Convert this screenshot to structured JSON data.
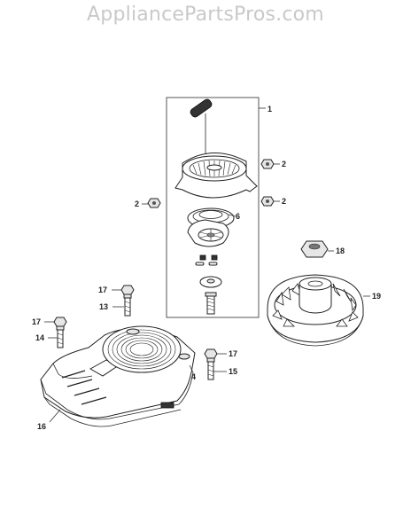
{
  "watermark": "AppliancePartsPros.com",
  "callouts": {
    "c1": "1",
    "c2a": "2",
    "c2b": "2",
    "c2c": "2",
    "c6": "6",
    "c4": "4",
    "c13": "13",
    "c14": "14",
    "c15": "15",
    "c16": "16",
    "c17a": "17",
    "c17b": "17",
    "c17c": "17",
    "c18": "18",
    "c19": "19"
  }
}
